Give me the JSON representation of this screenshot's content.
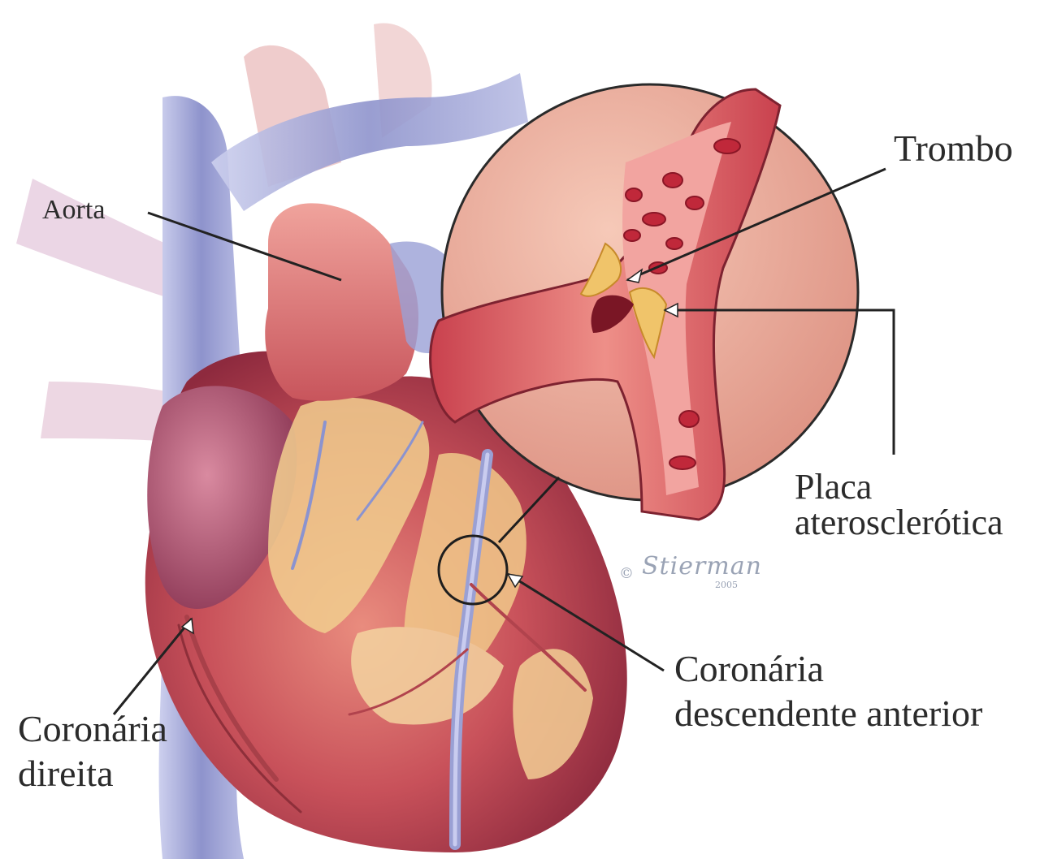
{
  "labels": {
    "aorta": "Aorta",
    "trombo": "Trombo",
    "placa_line1": "Placa",
    "placa_line2": "aterosclerótica",
    "coronaria_descendente_line1": "Coronária",
    "coronaria_descendente_line2": "descendente anterior",
    "coronaria_direita_line1": "Coronária",
    "coronaria_direita_line2": "direita"
  },
  "signature": {
    "symbol": "©",
    "name": "Stierman",
    "year": "2005"
  },
  "colors": {
    "heart_red": "#c44a4a",
    "vessel_blue": "#8d93c8",
    "fat_yellow": "#f2cf8f",
    "inset_pink": "#e9a894",
    "line_black": "#222222"
  }
}
